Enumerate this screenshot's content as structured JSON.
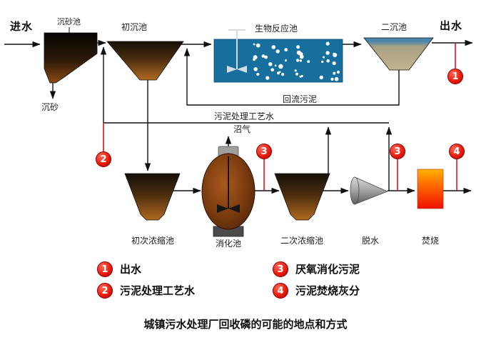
{
  "title": "城镇污水处理厂回收磷的可能的地点和方式",
  "top_flow": {
    "influent": "进水",
    "grit_chamber": "沉砂池",
    "grit_out": "沉砂",
    "primary_sedimentation": "初沉池",
    "biological_reactor": "生物反应池",
    "secondary_sedimentation": "二沉池",
    "effluent": "出水"
  },
  "recycle_lines": {
    "return_sludge": "回流污泥",
    "sludge_process_water": "污泥处理工艺水"
  },
  "sludge_flow": {
    "biogas": "沼气",
    "primary_thickener": "初次浓缩池",
    "digester": "消化池",
    "secondary_thickener": "二次浓缩池",
    "dewatering": "脱水",
    "incineration": "焚烧"
  },
  "markers": {
    "effluent_point": "1",
    "process_water_point": "2",
    "digested_sludge_point_a": "3",
    "digested_sludge_point_b": "3",
    "ash_point": "4"
  },
  "legend": [
    {
      "num": "1",
      "label": "出水"
    },
    {
      "num": "2",
      "label": "污泥处理工艺水"
    },
    {
      "num": "3",
      "label": "厌氧消化污泥"
    },
    {
      "num": "4",
      "label": "污泥焚烧灰分"
    }
  ],
  "colors": {
    "marker_red": "#e11220",
    "reactor_blue": "#176f9e",
    "sludge_brown": "#9c5a16",
    "fire_orange": "#ff7300"
  }
}
